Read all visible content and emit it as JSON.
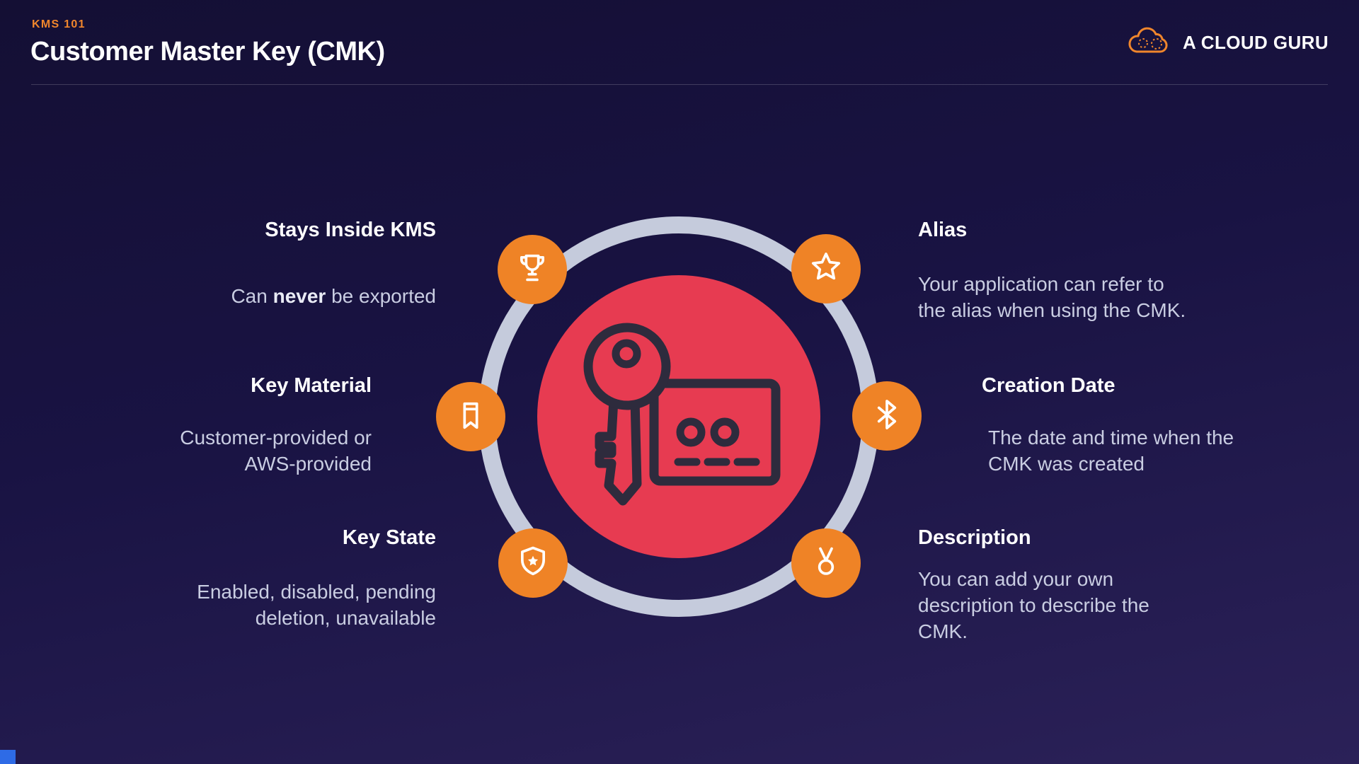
{
  "header": {
    "kicker": "KMS 101",
    "title": "Customer Master Key (CMK)"
  },
  "logo": {
    "text": "A CLOUD GURU",
    "icon": "cloud-logo-icon"
  },
  "diagram": {
    "center_icon": "key-and-access-card-icon",
    "items": [
      {
        "id": "stays-inside-kms",
        "icon": "trophy-icon",
        "heading": "Stays Inside KMS",
        "body_prefix": "Can ",
        "body_bold": "never",
        "body_suffix": " be exported"
      },
      {
        "id": "key-material",
        "icon": "bookmark-icon",
        "heading": "Key Material",
        "body": "Customer-provided or\nAWS-provided"
      },
      {
        "id": "key-state",
        "icon": "shield-icon",
        "heading": "Key State",
        "body": "Enabled, disabled, pending\ndeletion, unavailable"
      },
      {
        "id": "alias",
        "icon": "star-icon",
        "heading": "Alias",
        "body": "Your application can refer to\nthe alias when using the CMK."
      },
      {
        "id": "creation-date",
        "icon": "bluetooth-icon",
        "heading": "Creation Date",
        "body": "The date and time when the\nCMK was created"
      },
      {
        "id": "description",
        "icon": "medal-icon",
        "heading": "Description",
        "body": "You can add your own\ndescription to describe the\nCMK."
      }
    ]
  },
  "colors": {
    "accent_orange": "#f0862c",
    "badge_orange": "#ef8326",
    "center_red": "#e73b51",
    "ring_gray": "#c5cbdc",
    "heading_white": "#ffffff",
    "body_text": "#c9cde2",
    "background_top": "#140f34",
    "background_bottom": "#2b2158"
  }
}
